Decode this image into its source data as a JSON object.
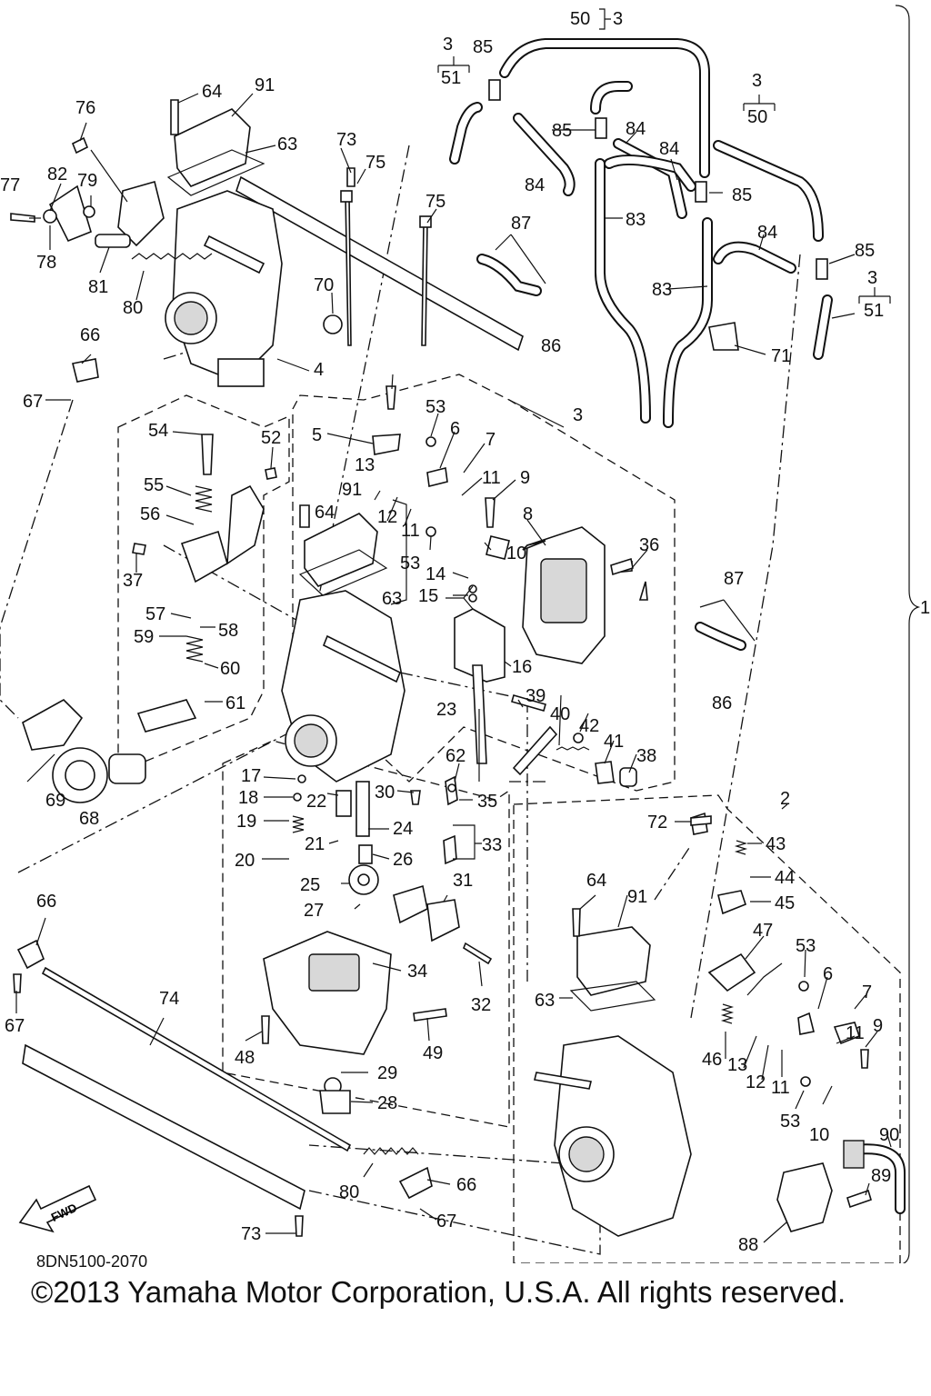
{
  "diagram": {
    "code": "8DN5100-2070",
    "copyright": "©2013 Yamaha Motor Corporation, U.S.A. All rights reserved.",
    "group_label": "1",
    "fwd_label": "FWD",
    "callouts": {
      "n2": "2",
      "n3": "3",
      "n4": "4",
      "n5": "5",
      "n6": "6",
      "n7": "7",
      "n8": "8",
      "n9": "9",
      "n10": "10",
      "n11": "11",
      "n12": "12",
      "n13": "13",
      "n14": "14",
      "n15": "15",
      "n16": "16",
      "n17": "17",
      "n18": "18",
      "n19": "19",
      "n20": "20",
      "n21": "21",
      "n22": "22",
      "n23": "23",
      "n24": "24",
      "n25": "25",
      "n26": "26",
      "n27": "27",
      "n28": "28",
      "n29": "29",
      "n30": "30",
      "n31": "31",
      "n32": "32",
      "n33": "33",
      "n34": "34",
      "n35": "35",
      "n36": "36",
      "n37": "37",
      "n38": "38",
      "n39": "39",
      "n40": "40",
      "n41": "41",
      "n42": "42",
      "n43": "43",
      "n44": "44",
      "n45": "45",
      "n46": "46",
      "n47": "47",
      "n48": "48",
      "n49": "49",
      "n50": "50",
      "n51": "51",
      "n52": "52",
      "n53": "53",
      "n54": "54",
      "n55": "55",
      "n56": "56",
      "n57": "57",
      "n58": "58",
      "n59": "59",
      "n60": "60",
      "n61": "61",
      "n62": "62",
      "n63": "63",
      "n64": "64",
      "n66": "66",
      "n67": "67",
      "n68": "68",
      "n69": "69",
      "n70": "70",
      "n71": "71",
      "n72": "72",
      "n73": "73",
      "n74": "74",
      "n75": "75",
      "n76": "76",
      "n77": "77",
      "n78": "78",
      "n79": "79",
      "n80": "80",
      "n81": "81",
      "n82": "82",
      "n83": "83",
      "n84": "84",
      "n85": "85",
      "n86": "86",
      "n87": "87",
      "n88": "88",
      "n89": "89",
      "n90": "90",
      "n91": "91"
    }
  }
}
